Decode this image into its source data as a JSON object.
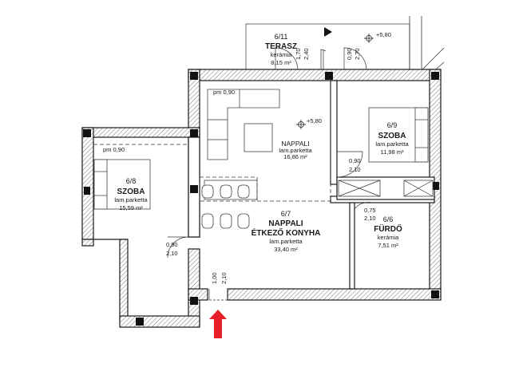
{
  "rooms": [
    {
      "number": "6/11",
      "name": "TERASZ",
      "material": "kerámia",
      "area": "8,15 m²"
    },
    {
      "number": "6/9",
      "name": "SZOBA",
      "material": "lam.parketta",
      "area": "11,98 m²"
    },
    {
      "number": "6/8",
      "name": "SZOBA",
      "material": "lam.parketta",
      "area": "15,59 m²"
    },
    {
      "number": "6/7",
      "name": "NAPPALI",
      "name2": "ÉTKEZŐ KONYHA",
      "material": "lam.parketta",
      "area": "33,40 m²"
    },
    {
      "number": "6/6",
      "name": "FÜRDŐ",
      "material": "kerámia",
      "area": "7,51 m²"
    }
  ],
  "living_zone": {
    "name": "NAPPALI",
    "material": "lam.parketta",
    "area": "16,86 m²"
  },
  "levels": [
    "+5,80",
    "+5,80"
  ],
  "sill_heights": [
    "pm 0,90",
    "pm 0,90"
  ],
  "opening_dims": {
    "terrace_door_left": [
      "1,70",
      "2,40"
    ],
    "terrace_door_right": [
      "0,90",
      "2,70"
    ],
    "room_6_9_door": [
      "0,90",
      "2,10"
    ],
    "bathroom_door": [
      "0,75",
      "2,10"
    ],
    "room_6_8_door": [
      "0,90",
      "2,10"
    ],
    "entrance_door": [
      "1,00",
      "2,10"
    ]
  },
  "entrance_arrow_color": "#e8202a",
  "icons": {
    "entrance": "entrance-arrow-icon",
    "level": "level-marker-icon",
    "north": "north-triangle-icon"
  }
}
